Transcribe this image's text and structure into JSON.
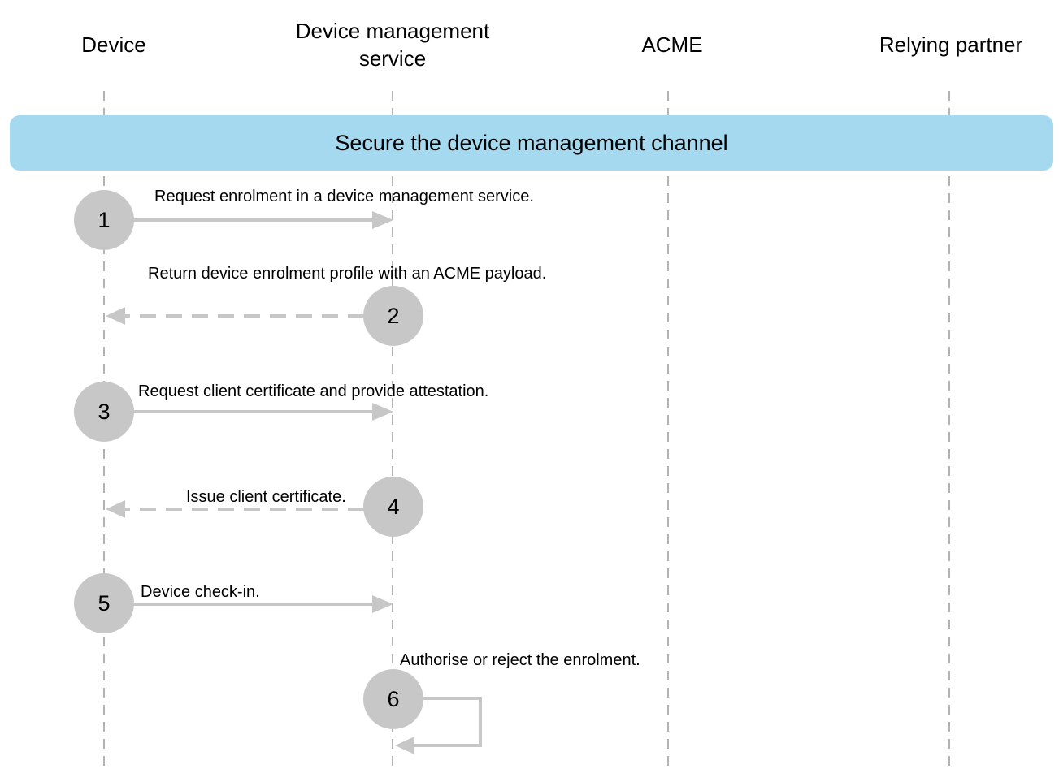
{
  "participants": {
    "device": "Device",
    "dms": "Device management service",
    "acme": "ACME",
    "relying_partner": "Relying partner"
  },
  "banner": "Secure the device management channel",
  "steps": [
    {
      "number": "1",
      "label": "Request enrolment in a device management service.",
      "from": "device",
      "to": "dms",
      "style": "solid"
    },
    {
      "number": "2",
      "label": "Return device enrolment profile with an ACME payload.",
      "from": "dms",
      "to": "device",
      "style": "dashed"
    },
    {
      "number": "3",
      "label": "Request client certificate and provide attestation.",
      "from": "device",
      "to": "dms",
      "style": "solid"
    },
    {
      "number": "4",
      "label": "Issue client certificate.",
      "from": "dms",
      "to": "device",
      "style": "dashed"
    },
    {
      "number": "5",
      "label": "Device check-in.",
      "from": "device",
      "to": "dms",
      "style": "solid"
    },
    {
      "number": "6",
      "label": "Authorise or reject the enrolment.",
      "from": "dms",
      "to": "dms",
      "style": "solid"
    }
  ],
  "colors": {
    "banner": "#a4d9f0",
    "step_circle": "#c7c7c7",
    "arrow": "#c7c7c7",
    "lifeline": "#9a9a9a"
  }
}
